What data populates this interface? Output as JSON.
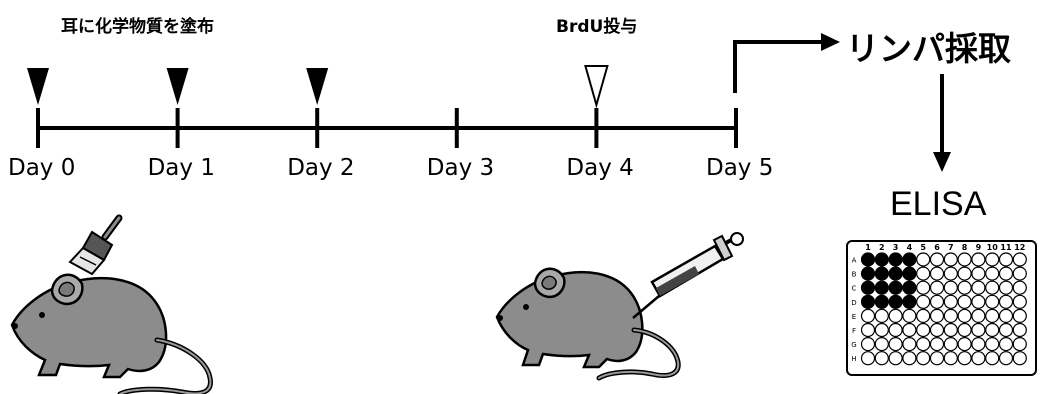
{
  "top_labels": {
    "application": "耳に化学物質を塗布",
    "brdu": "BrdU投与"
  },
  "timeline": {
    "days": [
      "Day 0",
      "Day 1",
      "Day 2",
      "Day 3",
      "Day 4",
      "Day 5"
    ],
    "application_days": [
      0,
      1,
      2
    ],
    "brdu_day": 4
  },
  "steps": {
    "lymph": "リンパ採取",
    "elisa": "ELISA"
  },
  "plate": {
    "columns": [
      "1",
      "2",
      "3",
      "4",
      "5",
      "6",
      "7",
      "8",
      "9",
      "10",
      "11",
      "12"
    ],
    "rows": [
      "A",
      "B",
      "C",
      "D",
      "E",
      "F",
      "G",
      "H"
    ],
    "filled_rows": 4,
    "filled_cols": 4
  }
}
